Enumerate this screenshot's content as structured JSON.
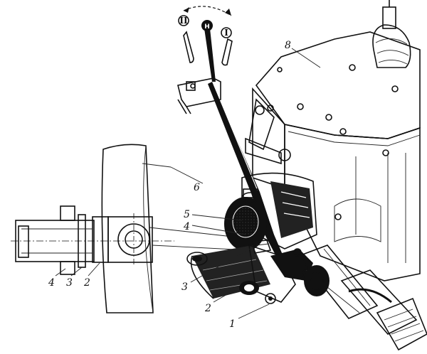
{
  "positions": {
    "reverse": "II",
    "neutral": "Н",
    "forward": "I"
  },
  "callouts": {
    "gearbox": "8",
    "frame": "6",
    "part5": "5",
    "part4": "4",
    "part3": "3",
    "part2": "2",
    "part1": "1"
  },
  "section_callouts": {
    "part4": "4",
    "part3": "3",
    "part2": "2"
  },
  "colors": {
    "ink": "#111111",
    "paper": "#ffffff"
  }
}
